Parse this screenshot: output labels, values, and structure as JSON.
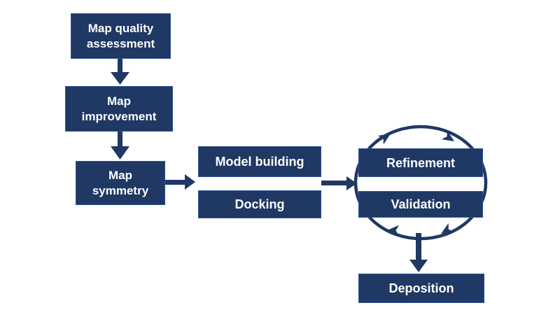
{
  "colors": {
    "background": "#ffffff",
    "node_fill": "#1f3864",
    "node_border": "#2e5493",
    "arrow": "#1f3864",
    "text": "#ffffff"
  },
  "diagram": {
    "type": "flowchart",
    "nodes": [
      {
        "id": "map-quality-assessment",
        "lines": [
          "Map quality",
          "assessment"
        ]
      },
      {
        "id": "map-improvement",
        "lines": [
          "Map",
          "improvement"
        ]
      },
      {
        "id": "map-symmetry",
        "lines": [
          "Map",
          "symmetry"
        ]
      },
      {
        "id": "model-building",
        "lines": [
          "Model building"
        ]
      },
      {
        "id": "docking",
        "lines": [
          "Docking"
        ]
      },
      {
        "id": "refinement",
        "lines": [
          "Refinement"
        ]
      },
      {
        "id": "validation",
        "lines": [
          "Validation"
        ]
      },
      {
        "id": "deposition",
        "lines": [
          "Deposition"
        ]
      }
    ],
    "connectors": [
      {
        "from": "map-quality-assessment",
        "to": "map-improvement",
        "style": "straight-arrow-down"
      },
      {
        "from": "map-improvement",
        "to": "map-symmetry",
        "style": "straight-arrow-down"
      },
      {
        "from": "map-symmetry",
        "to": "model-building / docking",
        "style": "straight-arrow-right"
      },
      {
        "from": "model-building / docking",
        "to": "refinement / validation",
        "style": "straight-arrow-right"
      },
      {
        "from": "refinement / validation cycle",
        "to": "deposition",
        "style": "straight-arrow-down"
      }
    ],
    "cycle": {
      "nodes": [
        "refinement",
        "validation"
      ],
      "shape": "ellipse-behind-boxes",
      "direction": "clockwise",
      "arrowhead_count": 4
    }
  }
}
